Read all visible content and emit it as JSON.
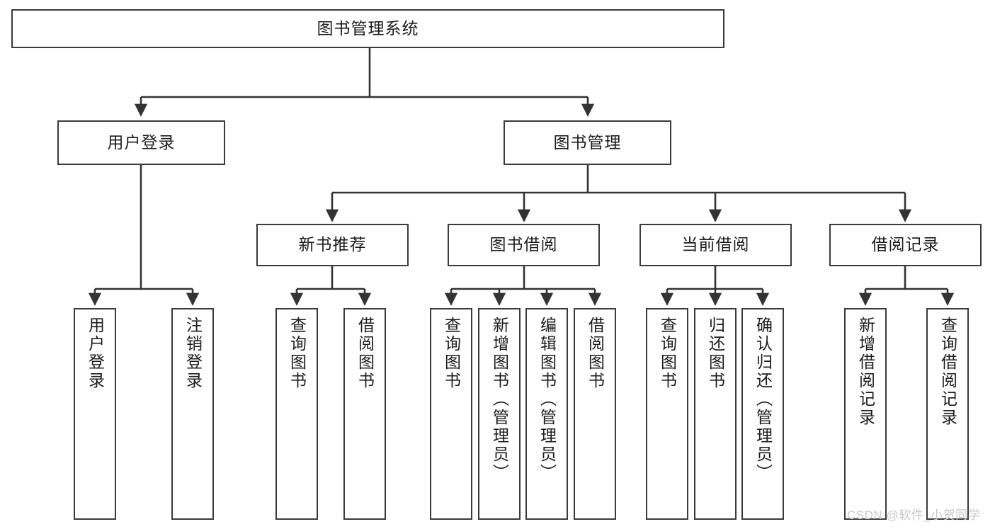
{
  "diagram": {
    "type": "tree-hierarchy",
    "title": "图书管理系统",
    "watermark": "CSDN @软件_小贺同学",
    "colors": {
      "box_border": "#3a3a3a",
      "box_fill": "#ffffff",
      "connector": "#333333",
      "text": "#1c1c1c",
      "watermark": "#c8c8c8",
      "background": "#ffffff"
    },
    "nodes": {
      "root": {
        "label": "图书管理系统",
        "level": 1,
        "orientation": "horizontal"
      },
      "l2": [
        {
          "id": "user-login",
          "label": "用户登录",
          "level": 2,
          "orientation": "horizontal"
        },
        {
          "id": "book-manage",
          "label": "图书管理",
          "level": 2,
          "orientation": "horizontal"
        }
      ],
      "l3": [
        {
          "id": "new-book-recommend",
          "label": "新书推荐",
          "level": 3,
          "orientation": "horizontal"
        },
        {
          "id": "book-borrow",
          "label": "图书借阅",
          "level": 3,
          "orientation": "horizontal"
        },
        {
          "id": "current-borrow",
          "label": "当前借阅",
          "level": 3,
          "orientation": "horizontal"
        },
        {
          "id": "borrow-record",
          "label": "借阅记录",
          "level": 3,
          "orientation": "horizontal"
        }
      ],
      "leaves": [
        {
          "id": "leaf-user-login",
          "label": "用户登录",
          "parent": "user-login",
          "orientation": "vertical"
        },
        {
          "id": "leaf-user-logout",
          "label": "注销登录",
          "parent": "user-login",
          "orientation": "vertical"
        },
        {
          "id": "leaf-query-book-1",
          "label": "查询图书",
          "parent": "new-book-recommend",
          "orientation": "vertical"
        },
        {
          "id": "leaf-borrow-book-1",
          "label": "借阅图书",
          "parent": "new-book-recommend",
          "orientation": "vertical"
        },
        {
          "id": "leaf-query-book-2",
          "label": "查询图书",
          "parent": "book-borrow",
          "orientation": "vertical"
        },
        {
          "id": "leaf-add-book",
          "label": "新增图书（管理员）",
          "parent": "book-borrow",
          "orientation": "vertical"
        },
        {
          "id": "leaf-edit-book",
          "label": "编辑图书（管理员）",
          "parent": "book-borrow",
          "orientation": "vertical"
        },
        {
          "id": "leaf-borrow-book-2",
          "label": "借阅图书",
          "parent": "book-borrow",
          "orientation": "vertical"
        },
        {
          "id": "leaf-query-book-3",
          "label": "查询图书",
          "parent": "current-borrow",
          "orientation": "vertical"
        },
        {
          "id": "leaf-return-book",
          "label": "归还图书",
          "parent": "current-borrow",
          "orientation": "vertical"
        },
        {
          "id": "leaf-confirm-return",
          "label": "确认归还（管理员）",
          "parent": "current-borrow",
          "orientation": "vertical"
        },
        {
          "id": "leaf-add-record",
          "label": "新增借阅记录",
          "parent": "borrow-record",
          "orientation": "vertical"
        },
        {
          "id": "leaf-query-record",
          "label": "查询借阅记录",
          "parent": "borrow-record",
          "orientation": "vertical"
        }
      ]
    }
  }
}
